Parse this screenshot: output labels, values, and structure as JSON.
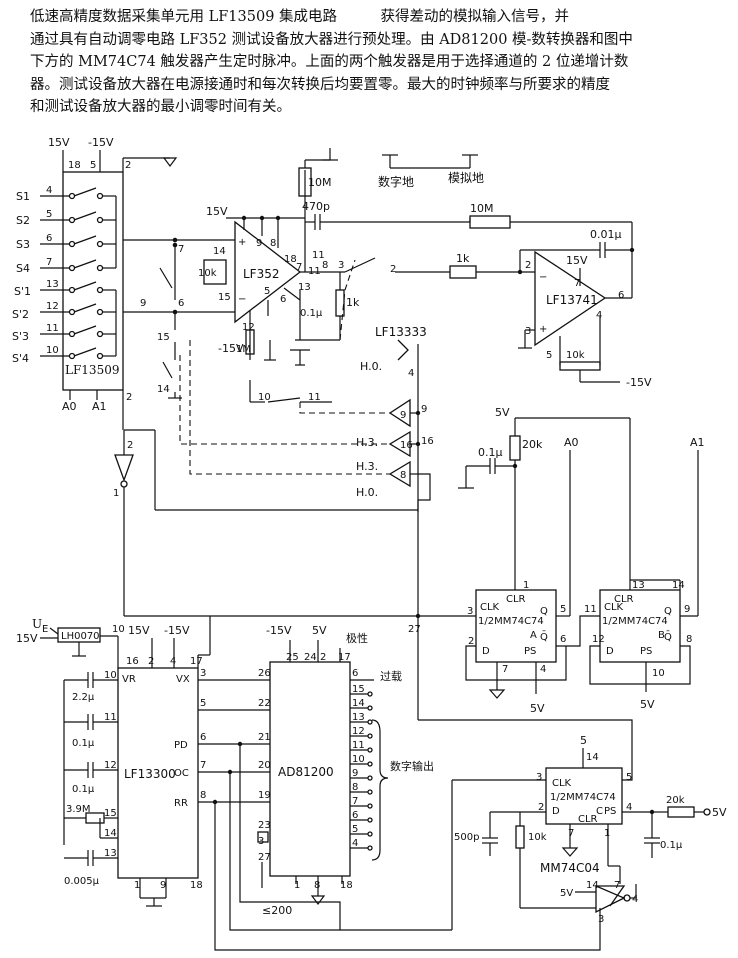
{
  "description": {
    "lines": [
      "低速高精度数据采集单元用 LF13509 集成电路　　　获得差动的模拟输入信号，并",
      "通过具有自动调零电路 LF352 测试设备放大器进行预处理。由 AD81200 模-数转换器和图中",
      "下方的 MM74C74 触发器产生定时脉冲。上面的两个触发器是用于选择通道的 2 位递增计数",
      "器。测试设备放大器在电源接通时和每次转换后均要置零。最大的时钟频率与所要求的精度",
      "和测试设备放大器的最小调零时间有关。"
    ]
  },
  "ground_legend": {
    "digital": "数字地",
    "analog": "模拟地"
  },
  "mux": {
    "name": "LF13509",
    "supply": [
      "15V",
      "-15V"
    ],
    "inputs": [
      "S1",
      "S2",
      "S3",
      "S4",
      "S'1",
      "S'2",
      "S'3",
      "S'4"
    ],
    "address": [
      "A0",
      "A1"
    ]
  },
  "inamp": {
    "name": "LF352",
    "supply_plus": "15V",
    "supply_minus": "-15V",
    "r_gain": "10k",
    "r_feedback": "10M",
    "r_offset": "1M",
    "c_comp": "470p",
    "c_hold": "0.1μ",
    "r_out": "1k"
  },
  "integrator": {
    "name": "LF13741",
    "r_in": "1k",
    "r_fb": "10M",
    "c_fb": "0.01μ",
    "supply_plus": "15V",
    "supply_minus": "-15V",
    "trim": "10k"
  },
  "switch": {
    "name": "LF13333",
    "levels": [
      "H.0.",
      "H.3.",
      "H.3.",
      "H.0."
    ]
  },
  "counter": {
    "supply": "5V",
    "r": "20k",
    "c": "0.1μ",
    "outputs": [
      "A0",
      "A1"
    ],
    "ff_a": [
      "CLK",
      "1/2MM74C74",
      "A",
      "D",
      "PS",
      "CLR",
      "Q",
      "Q̄"
    ],
    "ff_b": [
      "CLK",
      "1/2MM74C74",
      "B",
      "D",
      "PS",
      "CLR",
      "Q",
      "Q̄"
    ],
    "ps_supply": [
      "5V",
      "5V"
    ]
  },
  "reference": {
    "ue": "U",
    "ue_sub": "E",
    "chip": "LH0070",
    "supply": "15V"
  },
  "lf13300": {
    "name": "LF13300",
    "supply": [
      "15V",
      "-15V"
    ],
    "pins": [
      "VR",
      "VX",
      "PD",
      "OC",
      "RR"
    ],
    "caps": [
      "2.2μ",
      "0.1μ",
      "0.1μ",
      "0.005μ"
    ],
    "resistor": "3.9M"
  },
  "adc": {
    "name": "AD81200",
    "supply": [
      "-15V",
      "5V"
    ],
    "polarity": "极性",
    "overload": "过载",
    "digital_output": "数字输出",
    "limit": "≤200"
  },
  "timer": {
    "ff": [
      "CLK",
      "1/2MM74C74",
      "C",
      "PS",
      "CLR",
      "D"
    ],
    "supply": "5",
    "r_ps": "20k",
    "ps_supply": "5V",
    "c": "500p",
    "r": "10k",
    "c2": "0.1μ",
    "inverter": "MM74C04",
    "inv_supply": "5V"
  }
}
